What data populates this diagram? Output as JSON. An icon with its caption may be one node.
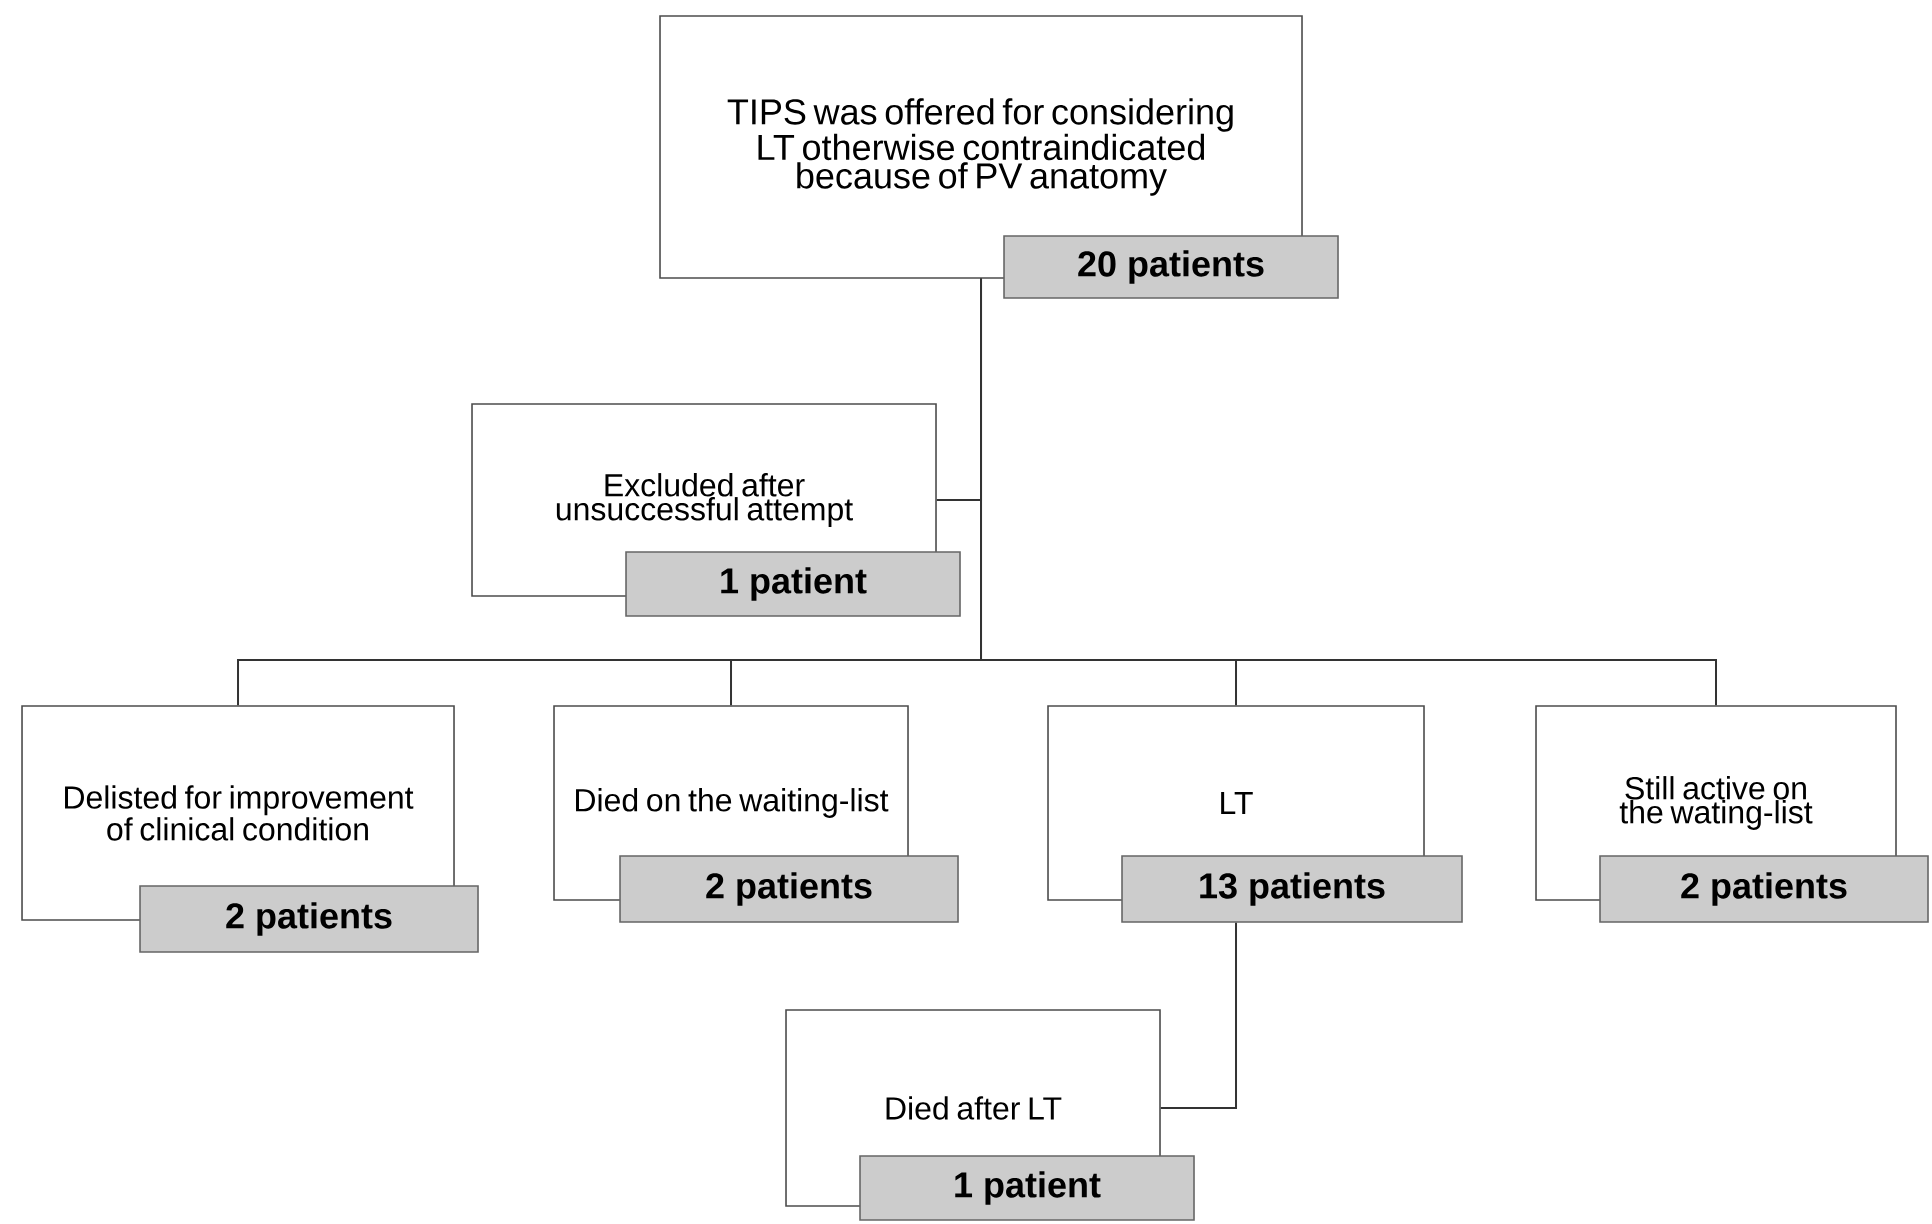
{
  "diagram": {
    "nodes": [
      {
        "text": [
          "TIPS was offered for considering LT otherwise contraindicated because of PV anatomy",
          "20 patients"
        ]
      },
      {
        "text": [
          "Excluded after unsuccessful attempt",
          "1 patient"
        ]
      },
      {
        "text": [
          "Delisted for improvement of clinical condition",
          "2 patients"
        ]
      },
      {
        "text": [
          "Died on the waiting-list",
          "2 patients"
        ]
      },
      {
        "text": [
          "LT",
          "13 patients"
        ]
      },
      {
        "text": [
          "Still active on the wating-list",
          "2 patients"
        ]
      },
      {
        "text": [
          "Died after LT",
          "1 patient"
        ]
      }
    ],
    "edges": [
      {
        "from": 0,
        "to": 1,
        "arrow": "none"
      },
      {
        "from": 0,
        "to": 2,
        "arrow": "none"
      },
      {
        "from": 0,
        "to": 3,
        "arrow": "none"
      },
      {
        "from": 0,
        "to": 4,
        "arrow": "none"
      },
      {
        "from": 0,
        "to": 5,
        "arrow": "none"
      },
      {
        "from": 4,
        "to": 6,
        "arrow": "none"
      }
    ]
  }
}
